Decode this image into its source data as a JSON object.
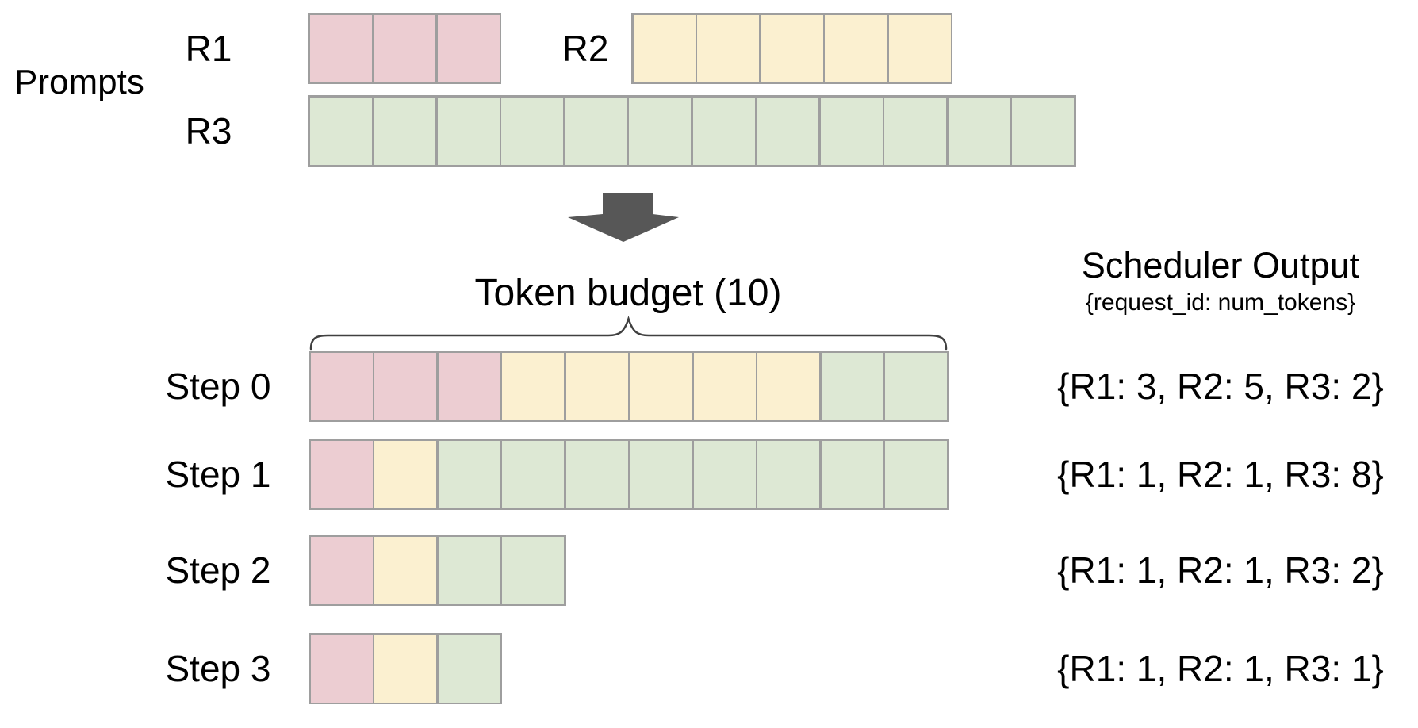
{
  "colors": {
    "r1": "#eccdd2",
    "r2": "#fbf0d0",
    "r3": "#dde8d4",
    "cell_border": "#9e9e9e",
    "arrow": "#575757",
    "brace": "#404040",
    "text": "#000000"
  },
  "prompts": {
    "section_label": "Prompts",
    "requests": [
      {
        "id": "R1",
        "label": "R1",
        "color_key": "r1",
        "num_tokens": 3
      },
      {
        "id": "R2",
        "label": "R2",
        "color_key": "r2",
        "num_tokens": 5
      },
      {
        "id": "R3",
        "label": "R3",
        "color_key": "r3",
        "num_tokens": 12
      }
    ]
  },
  "arrow_icon": "down-block-arrow",
  "token_budget": {
    "label": "Token budget (10)",
    "value": 10
  },
  "scheduler_output": {
    "title": "Scheduler Output",
    "subtitle": "{request_id: num_tokens}"
  },
  "steps": [
    {
      "label": "Step 0",
      "cells": {
        "r1": 3,
        "r2": 5,
        "r3": 2
      },
      "output": "{R1: 3, R2: 5, R3: 2}"
    },
    {
      "label": "Step 1",
      "cells": {
        "r1": 1,
        "r2": 1,
        "r3": 8
      },
      "output": "{R1: 1, R2: 1, R3: 8}"
    },
    {
      "label": "Step 2",
      "cells": {
        "r1": 1,
        "r2": 1,
        "r3": 2
      },
      "output": "{R1: 1, R2: 1, R3: 2}"
    },
    {
      "label": "Step 3",
      "cells": {
        "r1": 1,
        "r2": 1,
        "r3": 1
      },
      "output": "{R1: 1, R2: 1, R3: 1}"
    }
  ]
}
